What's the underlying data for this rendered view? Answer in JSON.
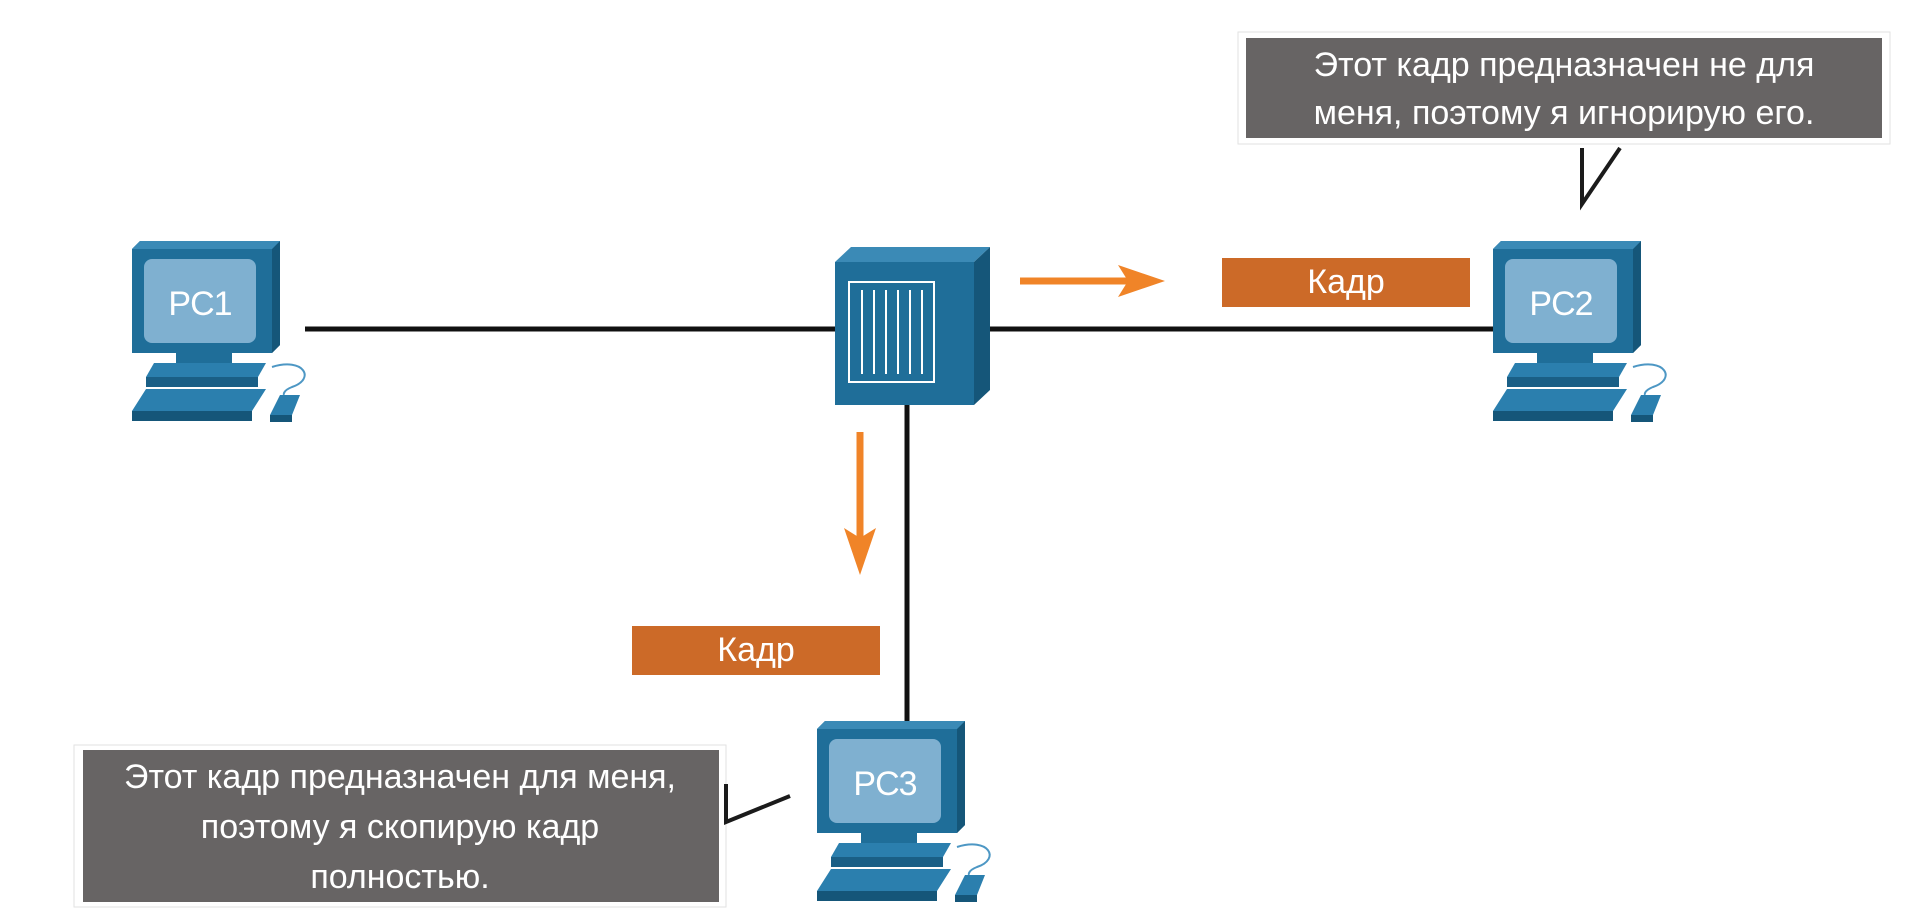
{
  "devices": {
    "pc1": {
      "label": "PC1"
    },
    "pc2": {
      "label": "PC2"
    },
    "pc3": {
      "label": "PC3"
    }
  },
  "frames": {
    "to_pc2": {
      "label": "Кадр"
    },
    "to_pc3": {
      "label": "Кадр"
    }
  },
  "callouts": {
    "pc2": {
      "lines": [
        "Этот кадр предназначен не для",
        "меня, поэтому я игнорирую его."
      ]
    },
    "pc3": {
      "lines": [
        "Этот кадр предназначен для меня,",
        "поэтому я скопирую кадр",
        "полностью."
      ]
    }
  },
  "colors": {
    "device_blue": "#1f6e99",
    "screen_light": "#7fb0d0",
    "link_black": "#111111",
    "arrow_orange": "#f08428",
    "frame_orange": "#cc6a28",
    "callout_gray": "#676464"
  }
}
